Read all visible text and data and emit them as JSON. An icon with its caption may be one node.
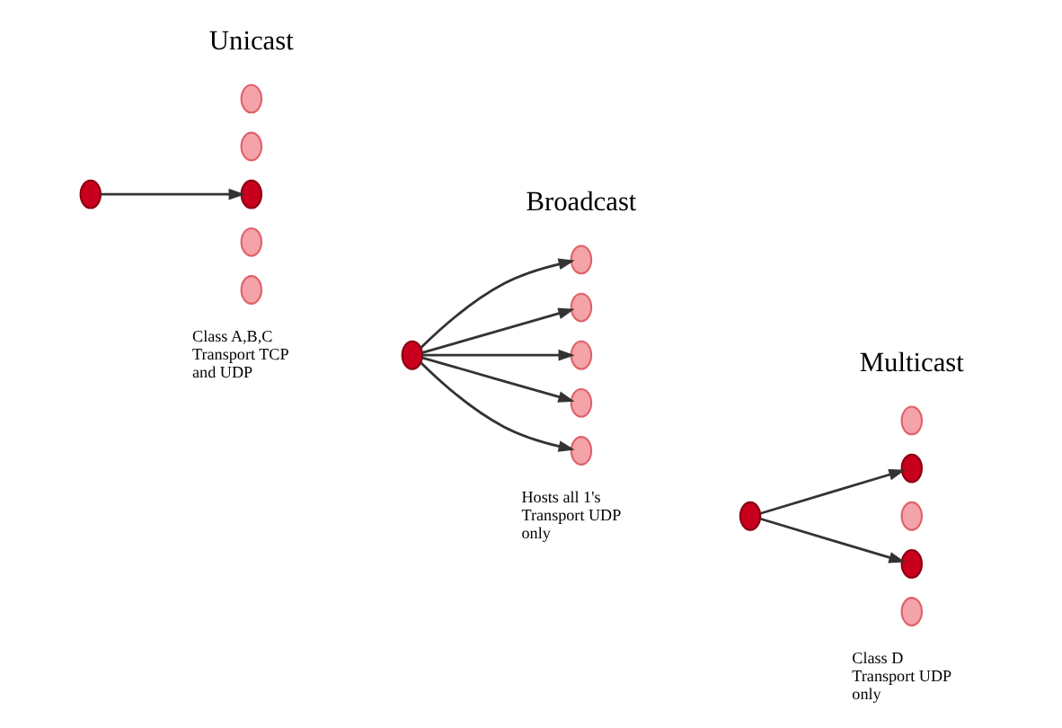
{
  "diagram": {
    "nodes": [
      {
        "text": [],
        "shape": "circle"
      },
      {
        "text": [],
        "shape": "circle"
      },
      {
        "text": [],
        "shape": "circle"
      },
      {
        "text": [],
        "shape": "circle"
      },
      {
        "text": [],
        "shape": "circle"
      },
      {
        "text": [],
        "shape": "circle"
      },
      {
        "text": [],
        "shape": "circle"
      },
      {
        "text": [],
        "shape": "circle"
      },
      {
        "text": [],
        "shape": "circle"
      },
      {
        "text": [],
        "shape": "circle"
      },
      {
        "text": [],
        "shape": "circle"
      },
      {
        "text": [],
        "shape": "circle"
      },
      {
        "text": [],
        "shape": "circle"
      },
      {
        "text": [],
        "shape": "circle"
      },
      {
        "text": [],
        "shape": "circle"
      },
      {
        "text": [],
        "shape": "circle"
      },
      {
        "text": [],
        "shape": "circle"
      },
      {
        "text": [],
        "shape": "circle"
      }
    ],
    "edges": [
      {
        "from": 0,
        "to": 3,
        "arrow": "to"
      },
      {
        "from": 6,
        "to": 7,
        "arrow": "to"
      },
      {
        "from": 6,
        "to": 8,
        "arrow": "to"
      },
      {
        "from": 6,
        "to": 9,
        "arrow": "to"
      },
      {
        "from": 6,
        "to": 10,
        "arrow": "to"
      },
      {
        "from": 6,
        "to": 11,
        "arrow": "to"
      },
      {
        "from": 12,
        "to": 14,
        "arrow": "to"
      },
      {
        "from": 12,
        "to": 16,
        "arrow": "to"
      }
    ],
    "labels": [
      "Unicast",
      "Broadcast",
      "Multicast",
      "Class A,B,C Transport TCP and UDP",
      "Hosts all 1's Transport UDP only",
      "Class D Transport UDP only"
    ]
  }
}
